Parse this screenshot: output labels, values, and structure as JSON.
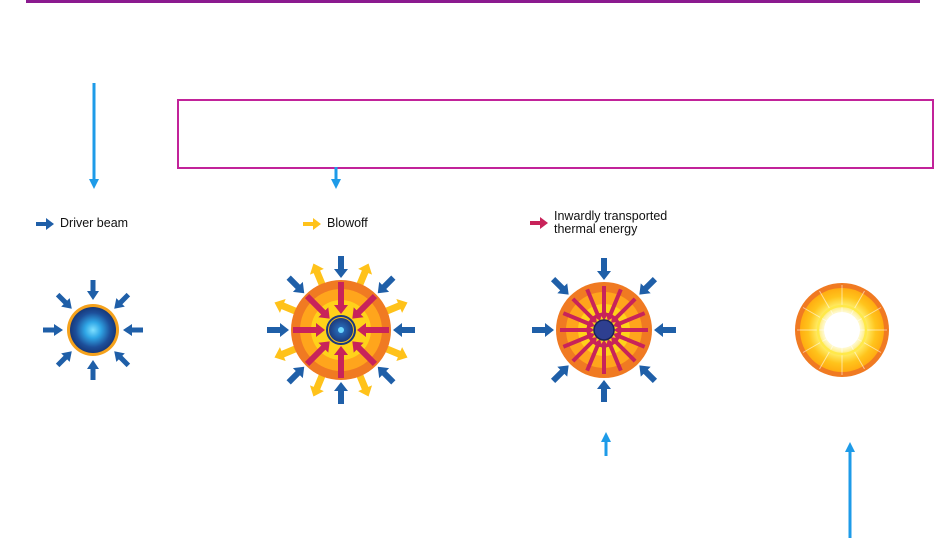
{
  "legend": {
    "driver_beam": "Driver beam",
    "blowoff": "Blowoff",
    "thermal_energy": "Inwardly transported\nthermal energy"
  },
  "colors": {
    "driver_beam": "#1f5fa8",
    "blowoff": "#ffc21a",
    "thermal_energy": "#c8235a",
    "pointer_arrow": "#1e9be8",
    "frame": "#c2239a",
    "top_rule": "#8b1a8f"
  },
  "icons": [
    "arrow-right-icon",
    "arrow-down-icon",
    "arrow-up-icon"
  ]
}
